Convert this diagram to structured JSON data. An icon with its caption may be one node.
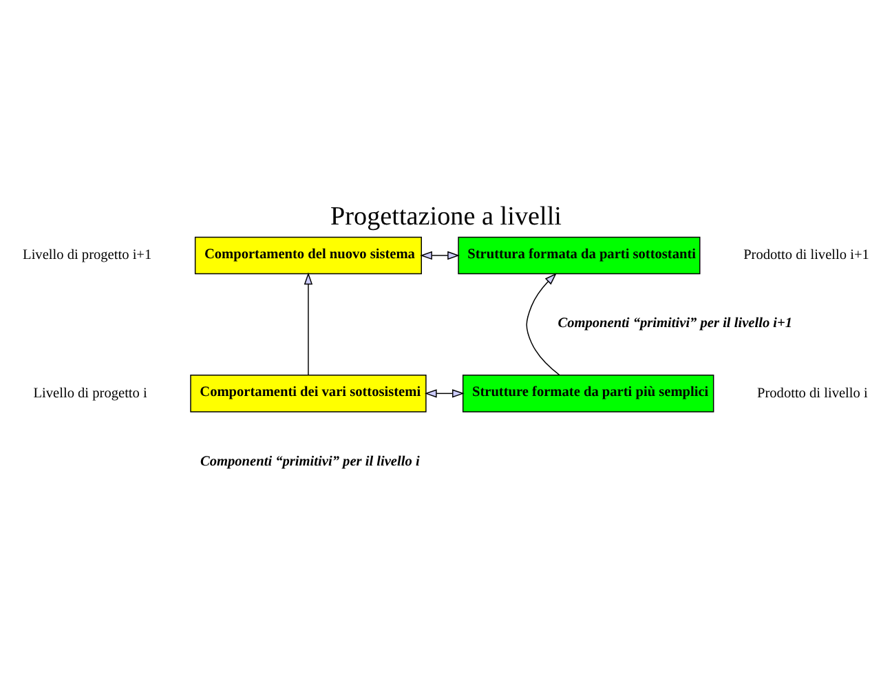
{
  "diagram": {
    "title": "Progettazione a livelli",
    "nodes": [
      {
        "text": [
          "Comportamento del nuovo sistema"
        ]
      },
      {
        "text": [
          "Struttura formata da parti sottostanti"
        ]
      },
      {
        "text": [
          "Comportamenti dei vari sottosistemi"
        ]
      },
      {
        "text": [
          "Strutture formate da parti più semplici"
        ]
      }
    ],
    "edges": [
      {
        "from": 0,
        "to": 1,
        "arrow": "both"
      },
      {
        "from": 2,
        "to": 0,
        "arrow": "to"
      },
      {
        "from": 3,
        "to": 1,
        "arrow": "to"
      },
      {
        "from": 2,
        "to": 3,
        "arrow": "both"
      }
    ],
    "labels": [
      "Livello di progetto i+1",
      "Prodotto di livello i+1",
      "Componenti “primitivi” per il livello i+1",
      "Livello di progetto i",
      "Prodotto di livello i",
      "Componenti “primitivi” per il livello i"
    ]
  }
}
